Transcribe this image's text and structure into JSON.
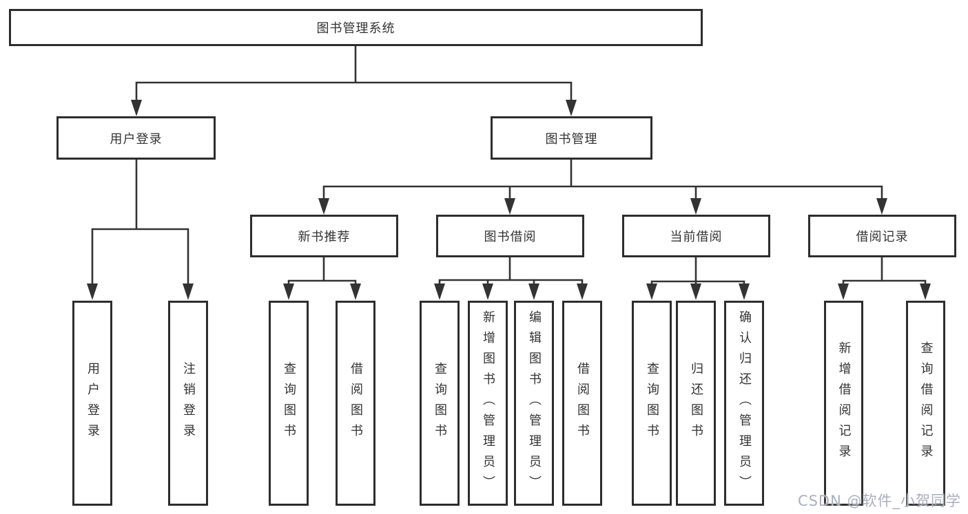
{
  "tree": {
    "root": "图书管理系统",
    "branches": [
      {
        "label": "用户登录",
        "leaves": [
          "用户登录",
          "注销登录"
        ]
      },
      {
        "label": "图书管理",
        "groups": [
          {
            "label": "新书推荐",
            "leaves": [
              "查询图书",
              "借阅图书"
            ]
          },
          {
            "label": "图书借阅",
            "leaves": [
              "查询图书",
              "新增图书（管理员）",
              "编辑图书（管理员）",
              "借阅图书"
            ]
          },
          {
            "label": "当前借阅",
            "leaves": [
              "查询图书",
              "归还图书",
              "确认归还（管理员）"
            ]
          },
          {
            "label": "借阅记录",
            "leaves": [
              "新增借阅记录",
              "查询借阅记录"
            ]
          }
        ]
      }
    ]
  },
  "watermark": "CSDN @软件_小贺同学",
  "colors": {
    "line": "#333333",
    "box_border": "#2d2d2d",
    "text": "#333333",
    "watermark": "#a9afbc",
    "background": "#ffffff"
  }
}
